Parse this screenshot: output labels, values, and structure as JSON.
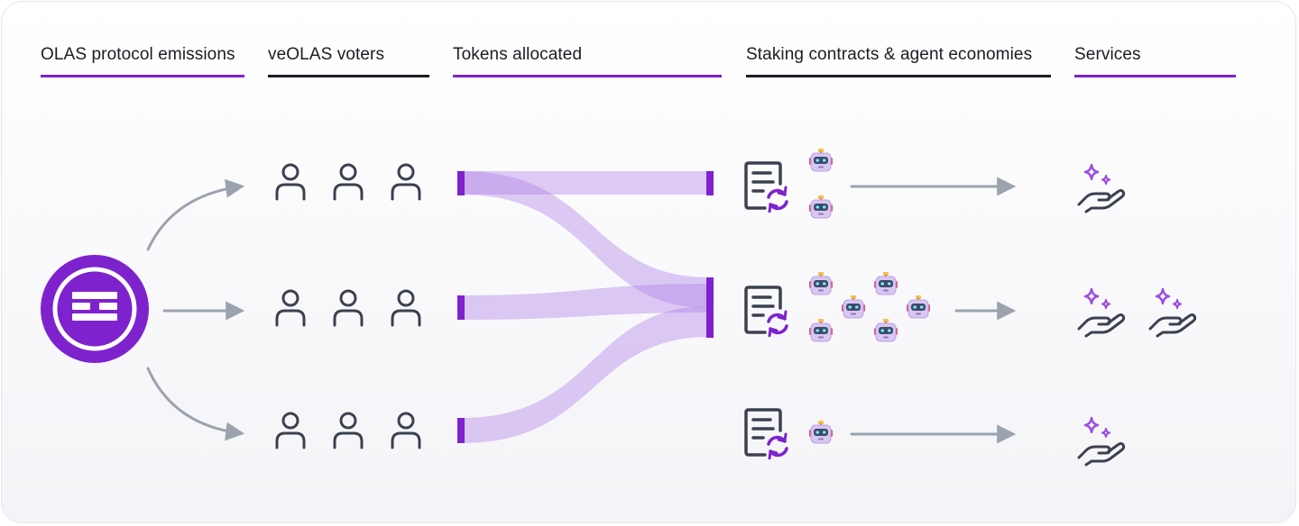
{
  "headers": [
    {
      "label": "OLAS protocol emissions",
      "style": "accent"
    },
    {
      "label": "veOLAS voters",
      "style": "dark"
    },
    {
      "label": "Tokens allocated",
      "style": "accent"
    },
    {
      "label": "Staking contracts & agent economies",
      "style": "dark"
    },
    {
      "label": "Services",
      "style": "accent"
    }
  ],
  "rows": [
    {
      "voters": 3,
      "agents": 2,
      "services": 1
    },
    {
      "voters": 3,
      "agents": 6,
      "services": 2
    },
    {
      "voters": 3,
      "agents": 1,
      "services": 1
    }
  ],
  "colors": {
    "accent": "#7e22ce",
    "flow": "#b184e6",
    "icon_gray": "#3b4150",
    "arrow_gray": "#9aa3ae",
    "sparkle": "#9d4ee0"
  },
  "icons": {
    "source": "olas-logo-icon",
    "voter": "person-icon",
    "contract": "contract-icon",
    "agent": "robot-icon",
    "service": "hand-sparkle-icon"
  }
}
